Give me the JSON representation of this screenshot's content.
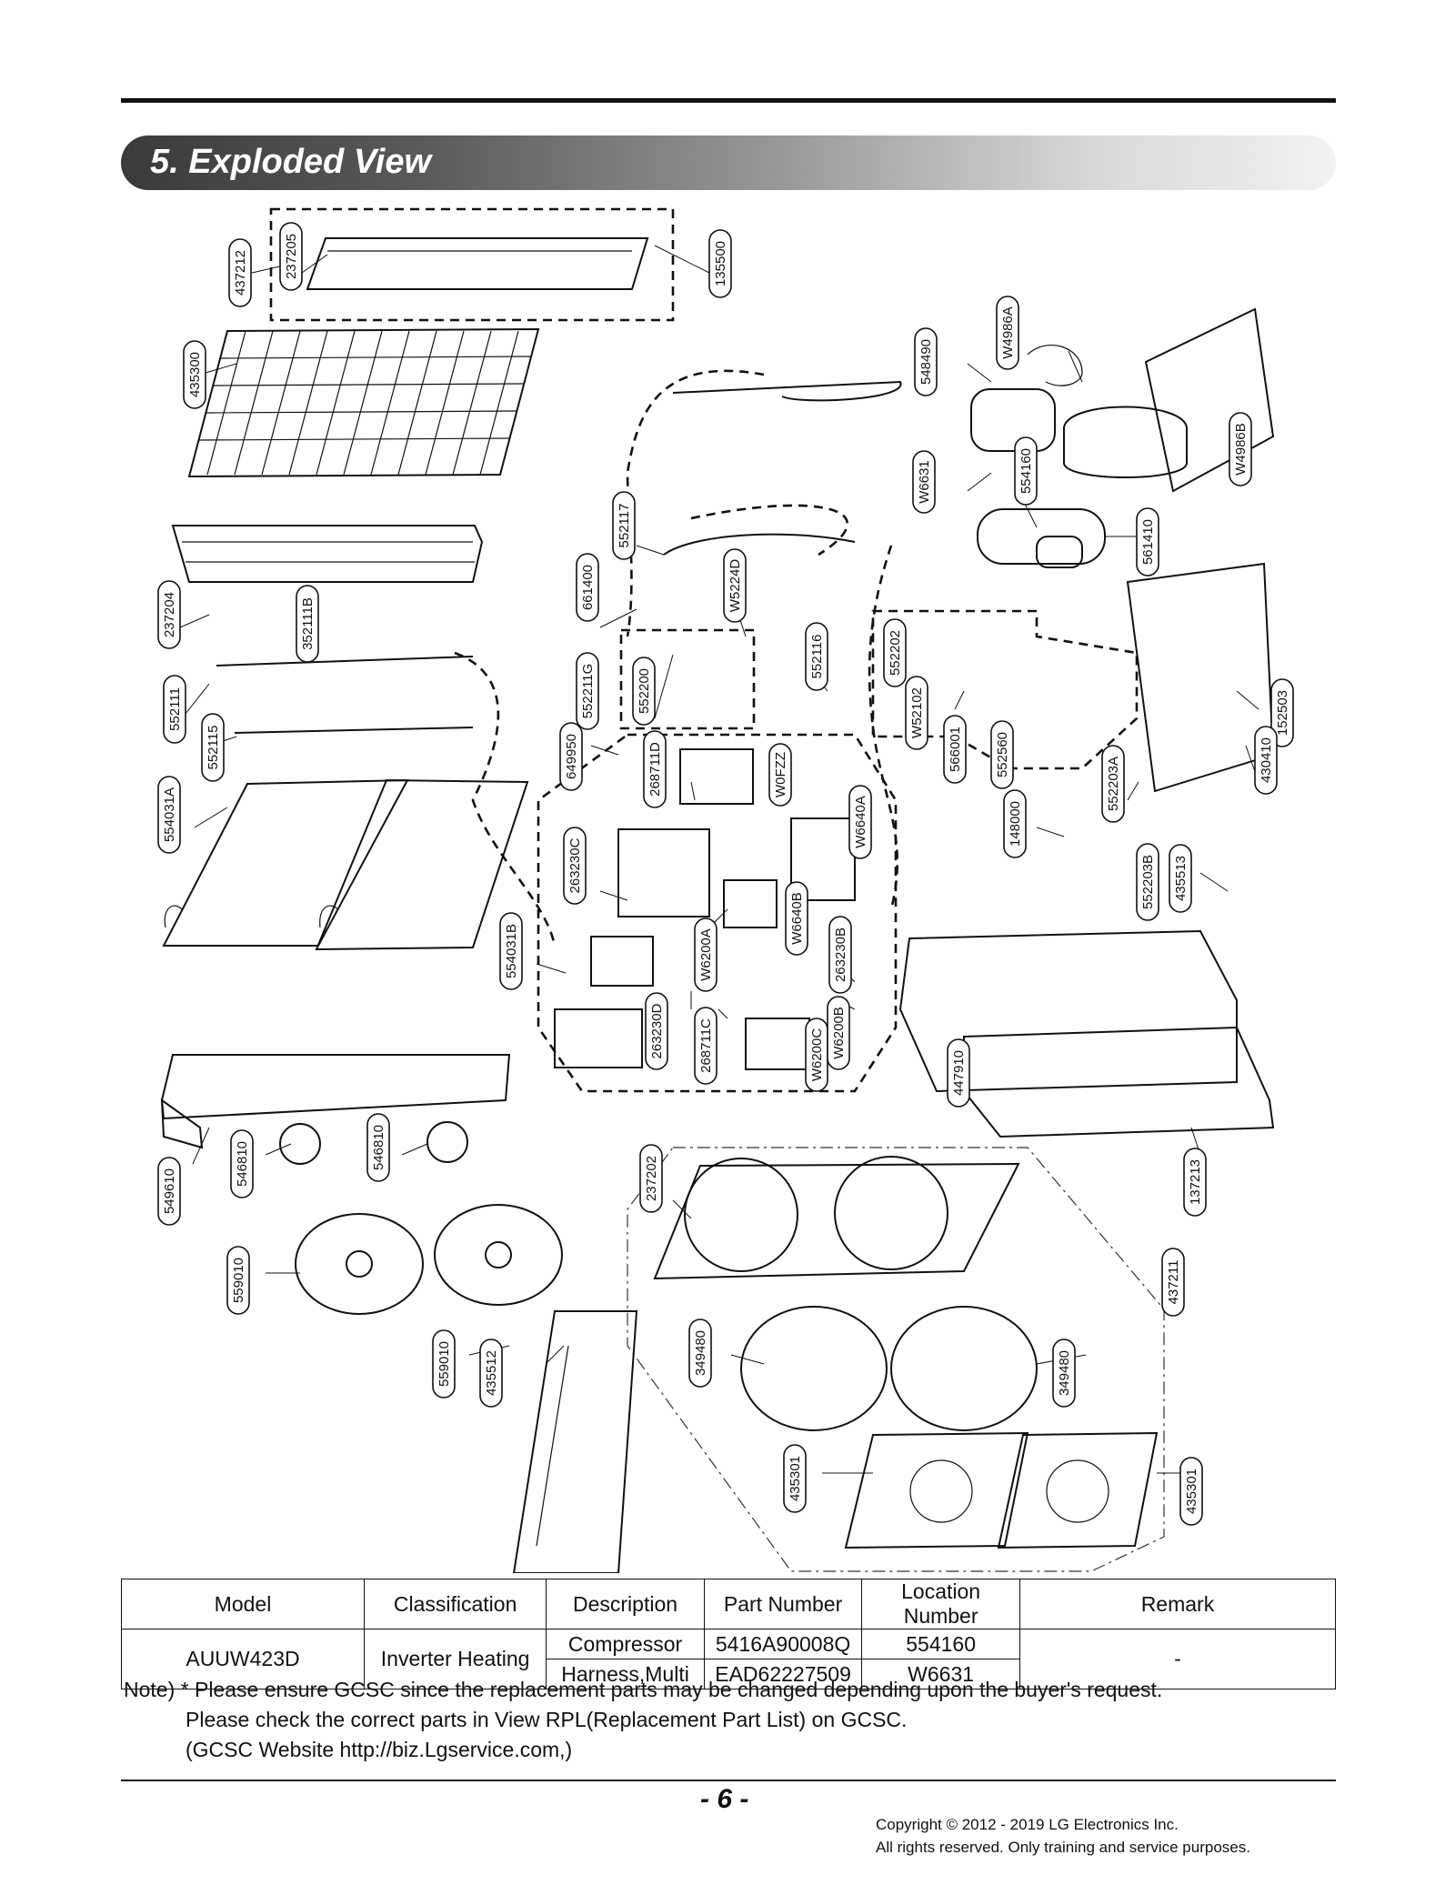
{
  "header": {
    "title": "5. Exploded View"
  },
  "labels": {
    "437212": "437212",
    "237205": "237205",
    "135500": "135500",
    "435300": "435300",
    "548490": "548490",
    "W4986A": "W4986A",
    "W4986B": "W4986B",
    "W6631": "W6631",
    "554160": "554160",
    "561410": "561410",
    "552117": "552117",
    "237204": "237204",
    "352111B": "352111B",
    "661400": "661400",
    "W5224D": "W5224D",
    "552111": "552111",
    "552200": "552200",
    "552116": "552116",
    "552202": "552202",
    "W52102": "W52102",
    "566001": "566001",
    "552560": "552560",
    "152503": "152503",
    "430410": "430410",
    "552211G": "552211G",
    "552115": "552115",
    "649950": "649950",
    "268711D": "268711D",
    "W0FZZ": "W0FZZ",
    "W6640A": "W6640A",
    "552203A": "552203A",
    "148000": "148000",
    "554031A": "554031A",
    "263230C": "263230C",
    "W6640B": "W6640B",
    "W6200A": "W6200A",
    "552203B": "552203B",
    "435513": "435513",
    "263230B": "263230B",
    "554031B": "554031B",
    "263230D": "263230D",
    "268711C": "268711C",
    "W6200C": "W6200C",
    "W6200B": "W6200B",
    "447910": "447910",
    "137213": "137213",
    "549610": "549610",
    "546810a": "546810",
    "546810b": "546810",
    "237202": "237202",
    "559010a": "559010",
    "559010b": "559010",
    "437211": "437211",
    "435512": "435512",
    "349480a": "349480",
    "349480b": "349480",
    "435301a": "435301",
    "435301b": "435301"
  },
  "table": {
    "headers": [
      "Model",
      "Classification",
      "Description",
      "Part Number",
      "Location Number",
      "Remark"
    ],
    "model": "AUUW423D",
    "classification": "Inverter Heating",
    "rows": [
      {
        "description": "Compressor",
        "part_number": "5416A90008Q",
        "location": "554160"
      },
      {
        "description": "Harness,Multi",
        "part_number": "EAD62227509",
        "location": "W6631"
      }
    ],
    "remark": "-"
  },
  "note": {
    "line1": "Note) * Please ensure GCSC since the replacement parts may be changed depending upon the buyer's request.",
    "line2": "Please check  the correct parts in View RPL(Replacement Part List) on GCSC.",
    "line3": "(GCSC Website  http://biz.Lgservice.com,)"
  },
  "footer": {
    "page": "- 6 -",
    "copyright1": "Copyright © 2012 - 2019 LG Electronics Inc.",
    "copyright2": "All rights reserved. Only training and service purposes."
  }
}
